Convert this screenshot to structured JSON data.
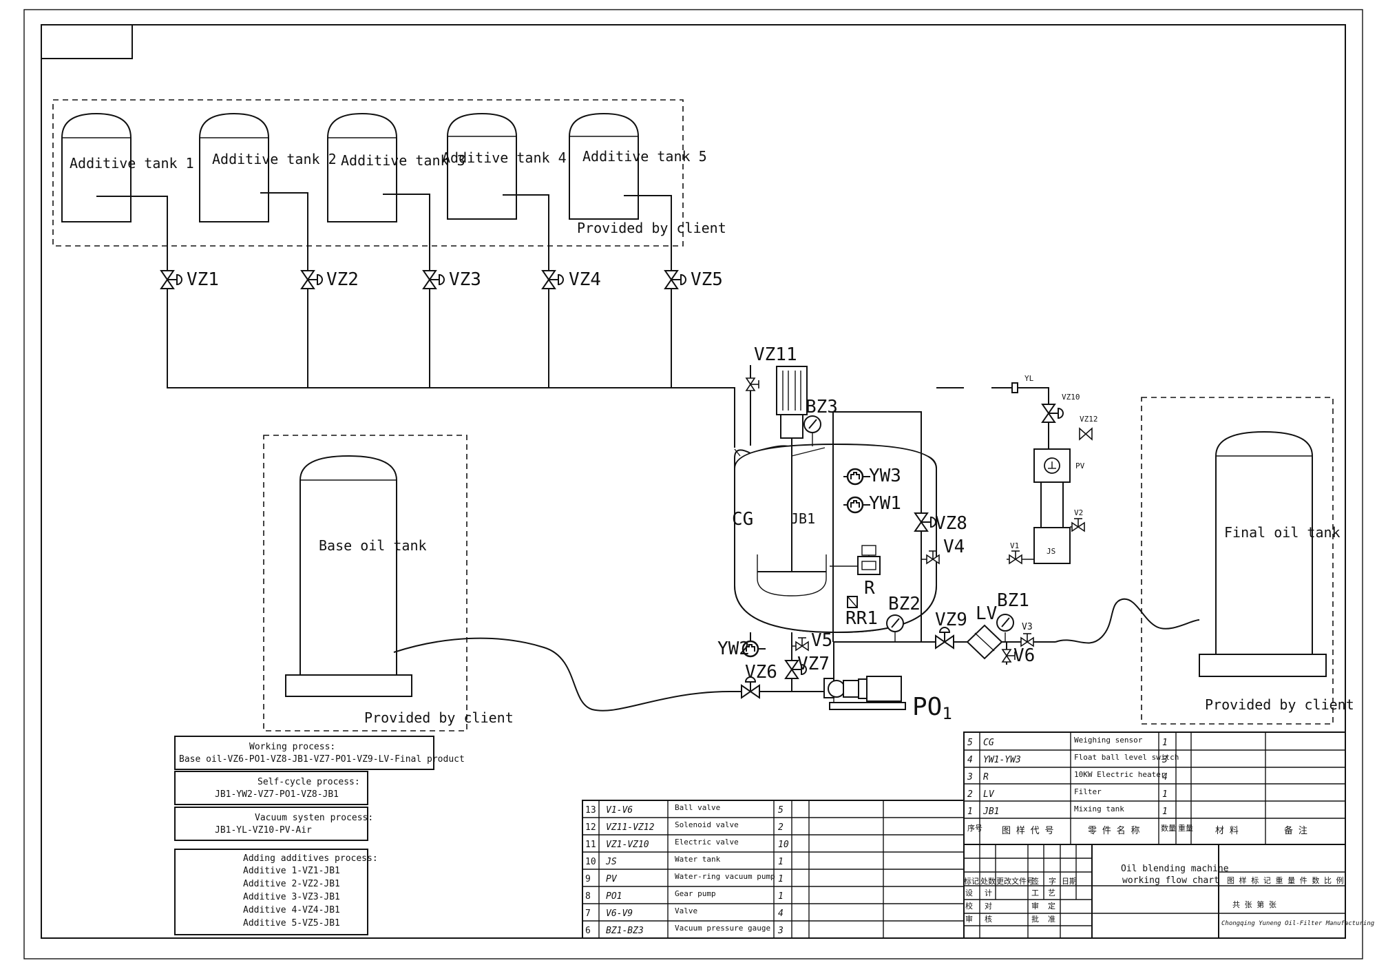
{
  "additive_tanks": [
    {
      "label": "Additive tank 1"
    },
    {
      "label": "Additive tank 2"
    },
    {
      "label": "Additive tank 3"
    },
    {
      "label": "Additive tank 4"
    },
    {
      "label": "Additive tank 5"
    }
  ],
  "additive_valves": [
    "VZ1",
    "VZ2",
    "VZ3",
    "VZ4",
    "VZ5"
  ],
  "provided_by_client": "Provided by client",
  "base_oil_tank": "Base oil tank",
  "final_oil_tank": "Final oil tank",
  "equipment": {
    "vz11": "VZ11",
    "bz3": "BZ3",
    "yw3": "YW3",
    "yw1": "YW1",
    "cg": "CG",
    "jb1": "JB1",
    "r": "R",
    "rr1": "RR1",
    "yw2": "YW2",
    "vz6": "VZ6",
    "vz7": "VZ7",
    "v5": "V5",
    "bz2": "BZ2",
    "vz8": "VZ8",
    "v4": "V4",
    "vz9": "VZ9",
    "lv": "LV",
    "bz1": "BZ1",
    "v3": "V3",
    "v6": "V6",
    "po1": "PO",
    "po1_sub": "1",
    "yl": "YL",
    "vz10": "VZ10",
    "vz12": "VZ12",
    "pv": "PV",
    "v2": "V2",
    "v1": "V1",
    "js": "JS"
  },
  "processes": {
    "working_title": "Working process:",
    "working_body": "Base oil-VZ6-PO1-VZ8-JB1-VZ7-PO1-VZ9-LV-Final product",
    "self_title": "Self-cycle process:",
    "self_body": "JB1-YW2-VZ7-PO1-VZ8-JB1",
    "vacuum_title": "Vacuum systen process:",
    "vacuum_body": "JB1-YL-VZ10-PV-Air",
    "adding_title": "Adding additives process:",
    "adding_lines": [
      "Additive 1-VZ1-JB1",
      "Additive 2-VZ2-JB1",
      "Additive 3-VZ3-JB1",
      "Additive 4-VZ4-JB1",
      "Additive 5-VZ5-JB1"
    ]
  },
  "bom_right": [
    {
      "no": "5",
      "code": "CG",
      "name": "Weighing sensor",
      "qty": "1"
    },
    {
      "no": "4",
      "code": "YW1-YW3",
      "name": "Float ball level switch",
      "qty": "3"
    },
    {
      "no": "3",
      "code": "R",
      "name": "10KW Electric heater",
      "qty": "4"
    },
    {
      "no": "2",
      "code": "LV",
      "name": "Filter",
      "qty": "1"
    },
    {
      "no": "1",
      "code": "JB1",
      "name": "Mixing tank",
      "qty": "1"
    }
  ],
  "bom_header": {
    "no": "序号",
    "code": "图 样 代 号",
    "name": "零 件 名 称",
    "qty": "数量",
    "wt": "重量",
    "mat": "材 料",
    "note": "备 注"
  },
  "bom_left": [
    {
      "no": "13",
      "code": "V1-V6",
      "name": "Ball valve",
      "qty": "5"
    },
    {
      "no": "12",
      "code": "VZ11-VZ12",
      "name": "Solenoid valve",
      "qty": "2"
    },
    {
      "no": "11",
      "code": "VZ1-VZ10",
      "name": "Electric valve",
      "qty": "10"
    },
    {
      "no": "10",
      "code": "JS",
      "name": "Water tank",
      "qty": "1"
    },
    {
      "no": "9",
      "code": "PV",
      "name": "Water-ring vacuum pump",
      "qty": "1"
    },
    {
      "no": "8",
      "code": "PO1",
      "name": "Gear pump",
      "qty": "1"
    },
    {
      "no": "7",
      "code": "V6-V9",
      "name": "Valve",
      "qty": "4"
    },
    {
      "no": "6",
      "code": "BZ1-BZ3",
      "name": "Vacuum pressure gauge",
      "qty": "3"
    }
  ],
  "title_block": {
    "title_line1": "Oil blending machine",
    "title_line2": "working flow chart",
    "cn_header": [
      "标记",
      "处数",
      "更改文件号",
      "签",
      "字",
      "日期"
    ],
    "cn_rows": [
      [
        "设",
        "计",
        "工",
        "艺"
      ],
      [
        "校",
        "对",
        "审",
        "定"
      ],
      [
        "审",
        "核",
        "批",
        "准"
      ]
    ],
    "right_header": "图 样 标 记   重 量 件 数 比 例",
    "sheet": "共    张    第    张",
    "company": "Chongqing Yuneng Oil-Filter Manufacturing Co., Ltd"
  }
}
